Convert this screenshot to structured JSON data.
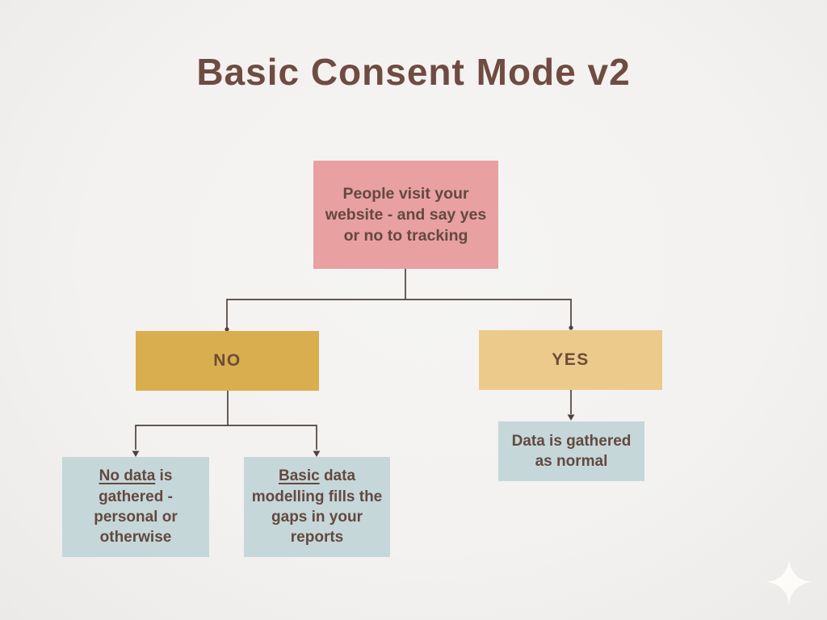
{
  "slide": {
    "title": "Basic Consent Mode v2"
  },
  "flowchart": {
    "root": {
      "text": "People visit your website - and say yes or no to tracking"
    },
    "decision_no": {
      "label": "NO"
    },
    "decision_yes": {
      "label": "YES"
    },
    "no_outcomes": [
      {
        "emphasis": "No data",
        "rest": " is gathered - personal or otherwise"
      },
      {
        "emphasis": "Basic",
        "rest": " data modelling fills the gaps in your reports"
      }
    ],
    "yes_outcome": {
      "text": "Data is gathered as normal"
    }
  },
  "decorations": {
    "sparkle_icon": "four-point-star"
  },
  "colors": {
    "background": "#f3f2f0",
    "title_text": "#6f4b41",
    "root_node": "#e8a0a0",
    "no_node": "#d9ae4e",
    "yes_node": "#ecca8c",
    "outcome_node": "#c6d7da",
    "node_text": "#63493f",
    "connector_line": "#4e423c",
    "sparkle": "#fdfdfb"
  }
}
